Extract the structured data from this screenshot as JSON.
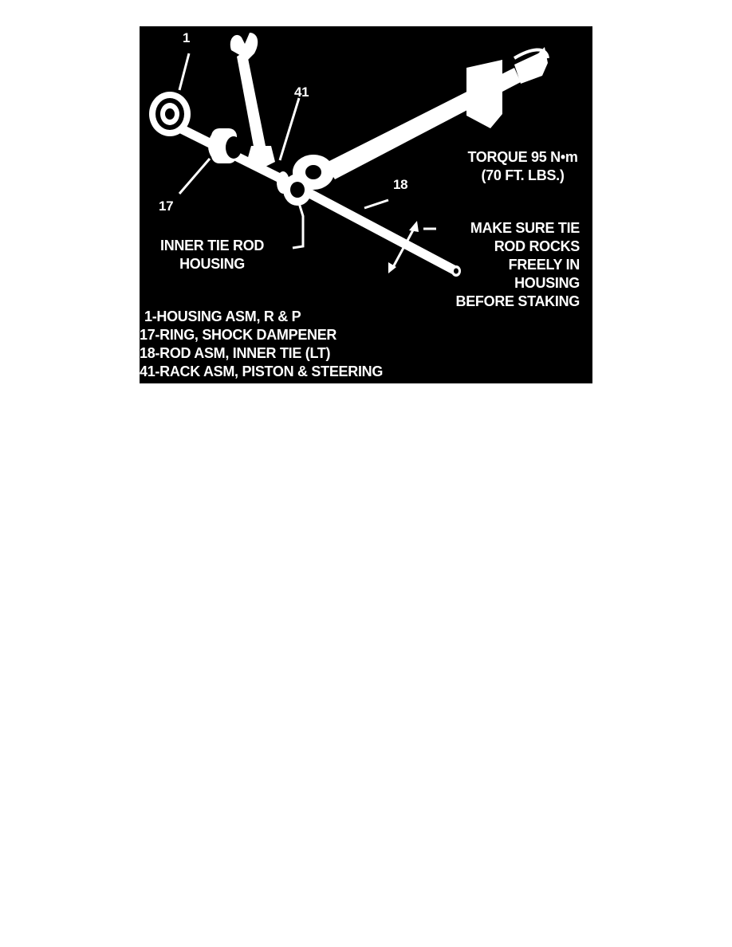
{
  "figure": {
    "callouts": {
      "c1": "1",
      "c41": "41",
      "c17": "17",
      "c18": "18"
    },
    "torque_note": {
      "line1": "TORQUE 95 N•m",
      "line2": "(70 FT. LBS.)"
    },
    "rock_note": {
      "line1": "MAKE SURE TIE",
      "line2": "ROD ROCKS",
      "line3": "FREELY IN",
      "line4": "HOUSING",
      "line5": "BEFORE STAKING"
    },
    "housing_label": {
      "line1": "INNER TIE ROD",
      "line2": "HOUSING"
    },
    "legend": [
      "1-HOUSING ASM, R & P",
      "17-RING, SHOCK DAMPENER",
      "18-ROD ASM, INNER TIE (LT)",
      "41-RACK ASM, PISTON & STEERING"
    ],
    "colors": {
      "background": "#000000",
      "foreground": "#ffffff"
    }
  }
}
